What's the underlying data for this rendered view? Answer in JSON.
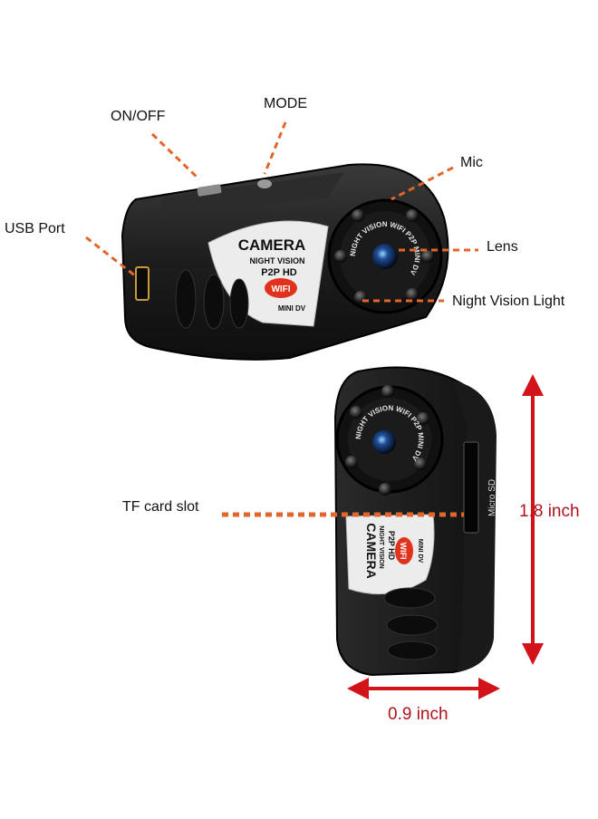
{
  "callouts": {
    "on_off": "ON/OFF",
    "mode": "MODE",
    "mic": "Mic",
    "usb_port": "USB Port",
    "lens": "Lens",
    "night_vision_light": "Night Vision Light",
    "tf_card_slot": "TF card slot"
  },
  "dimensions": {
    "height": "1.8 inch",
    "width": "0.9 inch"
  },
  "device_label": {
    "brand": "CAMERA",
    "line1": "NIGHT VISION",
    "line2": "P2P HD",
    "badge": "WIFI",
    "line3": "MINI DV",
    "ring_text": "NIGHT VISION WIFI P2P MINI DV",
    "slot_label": "Micro SD"
  },
  "colors": {
    "leader_line": "#e2652a",
    "dimension_arrow": "#d3131a",
    "device_body": "#1c1c1c",
    "label_panel": "#e9e9e9",
    "badge": "#e0321c"
  }
}
